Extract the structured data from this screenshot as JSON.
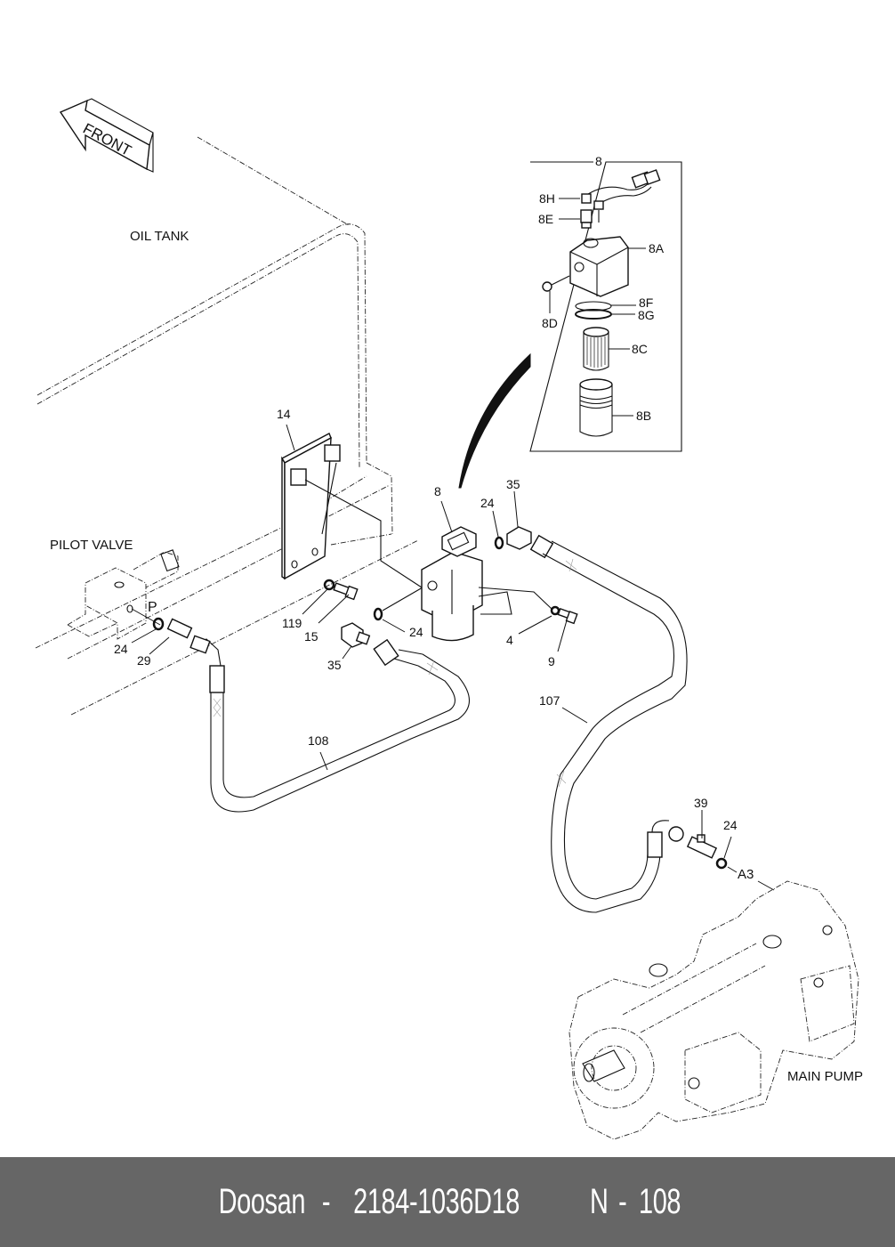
{
  "diagram": {
    "title_labels": {
      "front": "FRONT",
      "oil_tank": "OIL TANK",
      "pilot_valve": "PILOT VALVE",
      "main_pump": "MAIN PUMP"
    },
    "port_labels": {
      "p": "P",
      "a3": "A3"
    },
    "callouts": {
      "c14": "14",
      "c8": "8",
      "c24_top": "24",
      "c35_top": "35",
      "c119": "119",
      "c15": "15",
      "c24_mid": "24",
      "c24_left": "24",
      "c29": "29",
      "c35_bottom": "35",
      "c4": "4",
      "c9": "9",
      "c108": "108",
      "c107": "107",
      "c39": "39",
      "c24_pump": "24"
    },
    "detail_box": {
      "header": "8",
      "parts": {
        "p8h": "8H",
        "p8e": "8E",
        "p8a": "8A",
        "p8f": "8F",
        "p8g": "8G",
        "p8d": "8D",
        "p8c": "8C",
        "p8b": "8B"
      }
    }
  },
  "caption": {
    "brand": "Doosan",
    "separator": "-",
    "part_number": "2184-1036D18",
    "ref_prefix": "N",
    "ref_number": "108"
  }
}
